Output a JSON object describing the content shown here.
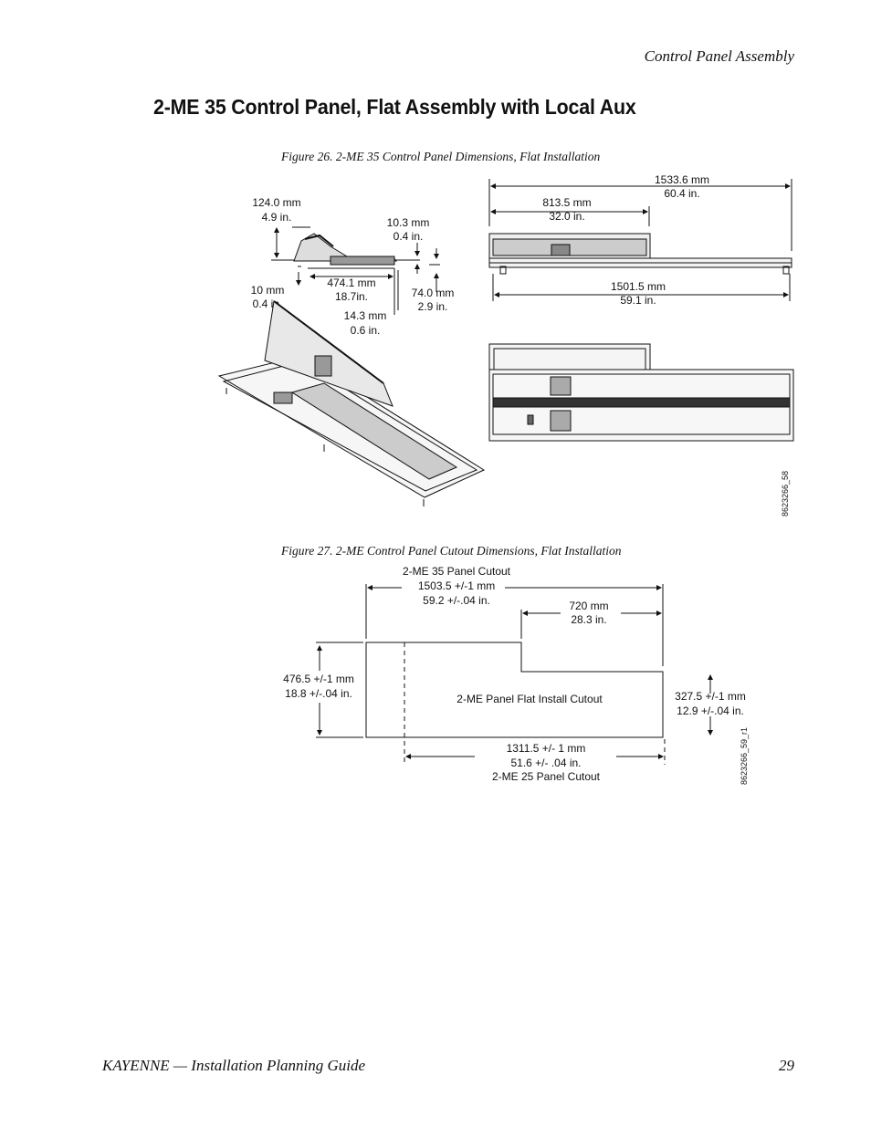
{
  "header": {
    "running_title": "Control Panel Assembly"
  },
  "section": {
    "title": "2-ME 35 Control Panel, Flat Assembly with Local Aux"
  },
  "figure26": {
    "caption": "Figure 26.  2-ME 35 Control Panel Dimensions, Flat Installation",
    "side_dims": {
      "height_mm": "124.0 mm",
      "height_in": "4.9 in.",
      "gap_mm": "10.3 mm",
      "gap_in": "0.4 in.",
      "foot_mm": "10 mm",
      "foot_in": "0.4 in.",
      "depth_mm": "474.1 mm",
      "depth_in": "18.7in.",
      "lip_mm": "14.3 mm",
      "lip_in": "0.6 in.",
      "rear_mm": "74.0 mm",
      "rear_in": "2.9 in."
    },
    "top_dims": {
      "total_mm": "1533.6 mm",
      "total_in": "60.4 in.",
      "aux_mm": "813.5 mm",
      "aux_in": "32.0 in.",
      "base_mm": "1501.5 mm",
      "base_in": "59.1 in."
    },
    "drawing_id": "8623266_58"
  },
  "figure27": {
    "caption": "Figure 27.  2-ME Control Panel Cutout Dimensions, Flat Installation",
    "cutout35_label": "2-ME 35 Panel Cutout",
    "cutout35_mm": "1503.5 +/-1 mm",
    "cutout35_in": "59.2 +/-.04 in.",
    "step_mm": "720 mm",
    "step_in": "28.3 in.",
    "left_h_mm": "476.5 +/-1 mm",
    "left_h_in": "18.8 +/-.04 in.",
    "inner_label": "2-ME Panel Flat Install Cutout",
    "right_h_mm": "327.5 +/-1 mm",
    "right_h_in": "12.9 +/-.04 in.",
    "cutout25_mm": "1311.5 +/- 1 mm",
    "cutout25_in": "51.6 +/- .04 in.",
    "cutout25_label": "2-ME 25 Panel Cutout",
    "drawing_id": "8623266_59_r1"
  },
  "footer": {
    "doc_title": "KAYENNE  —  Installation Planning Guide",
    "page_number": "29"
  }
}
